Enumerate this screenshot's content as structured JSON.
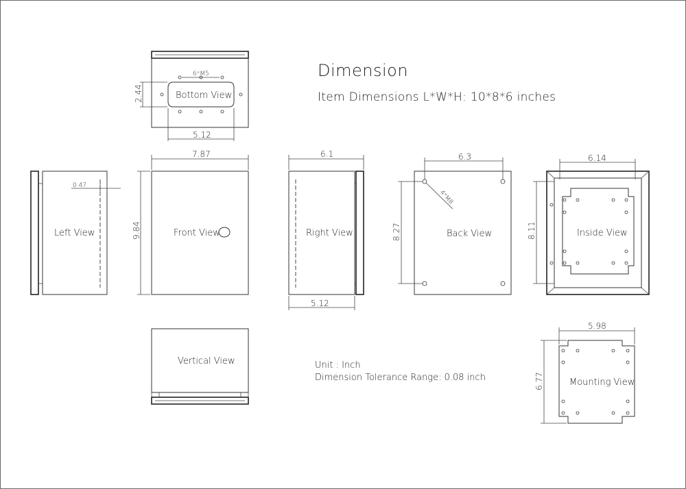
{
  "title": "Dimension",
  "item_dimensions": "Item Dimensions L*W*H: 10*8*6 inches",
  "unit_note": "Unit : Inch",
  "tolerance_note": "Dimension Tolerance Range: 0.08 inch",
  "views": {
    "bottom": "Bottom View",
    "left": "Left View",
    "front": "Front View",
    "right": "Right View",
    "back": "Back View",
    "inside": "Inside View",
    "vertical": "Vertical View",
    "mounting": "Mounting View"
  },
  "dimensions": {
    "bottom_holes": "6*M5",
    "bottom_height": "2.44",
    "bottom_width": "5.12",
    "front_width": "7.87",
    "front_height": "9.84",
    "left_offset": "0.47",
    "right_width": "6.1",
    "right_depth": "5.12",
    "back_width": "6.3",
    "back_height": "8.27",
    "back_holes": "4*M8",
    "inside_width": "6.14",
    "inside_height": "8.11",
    "mounting_width": "5.98",
    "mounting_height": "6.77"
  }
}
